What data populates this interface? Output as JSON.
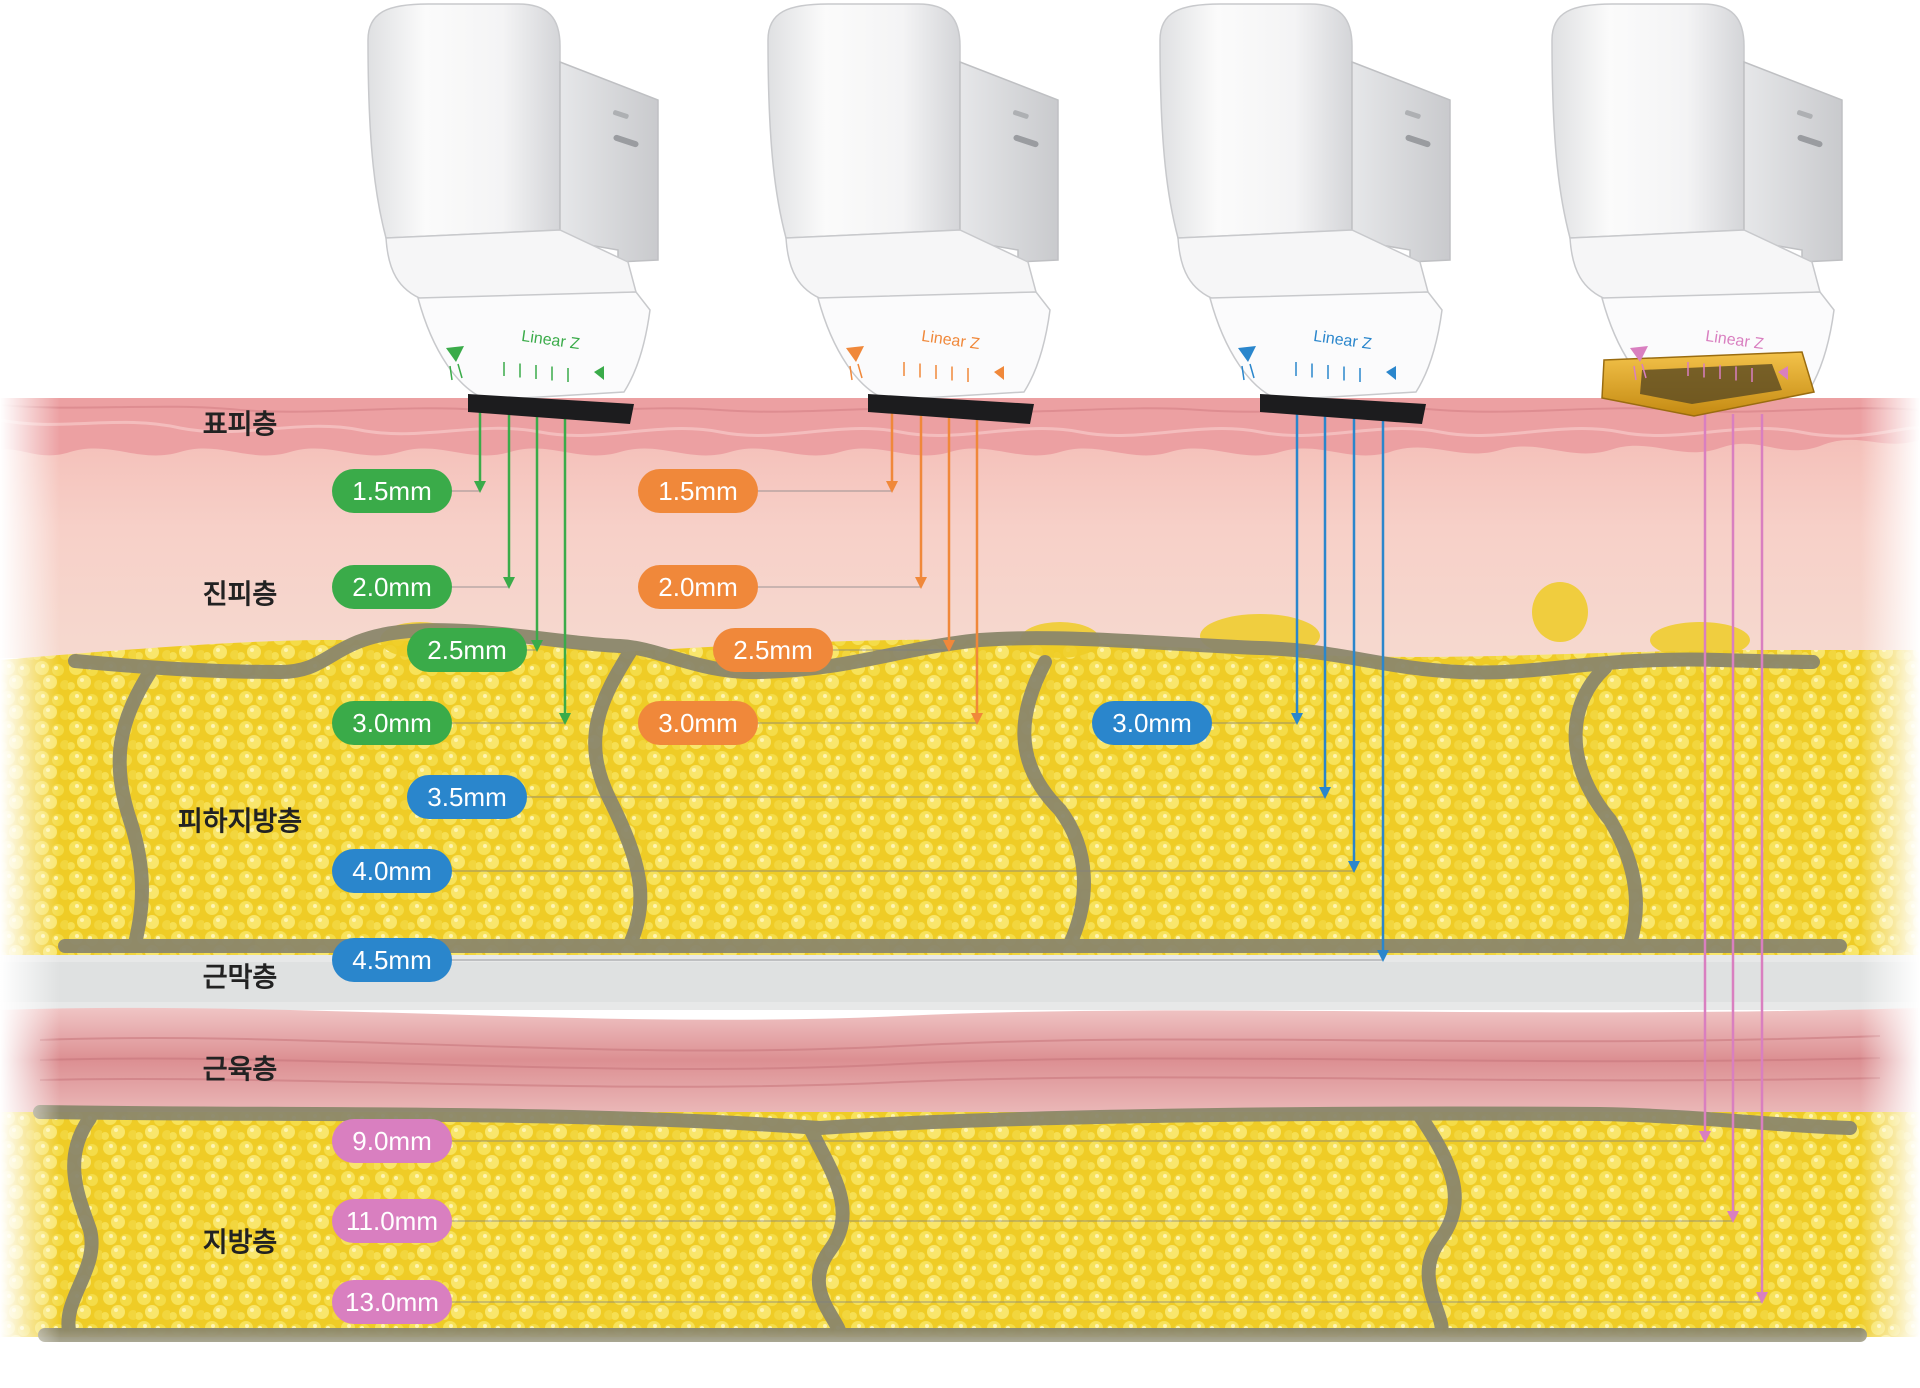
{
  "layers": [
    {
      "id": "epidermis",
      "label": "표피층"
    },
    {
      "id": "dermis",
      "label": "진피층"
    },
    {
      "id": "subcutaneous",
      "label": "피하지방층"
    },
    {
      "id": "fascia",
      "label": "근막층"
    },
    {
      "id": "muscle",
      "label": "근육층"
    },
    {
      "id": "fat",
      "label": "지방층"
    }
  ],
  "colors": {
    "green": "#3aab49",
    "orange": "#f0883a",
    "blue": "#2a86cc",
    "pink": "#d97fc0",
    "fat": "#f2d22c",
    "dermis": "#f4c8c0",
    "epidermis": "#eda6a6",
    "muscle": "#e6a5a5",
    "septa": "#8e8a6e"
  },
  "cartridges": [
    {
      "id": "green",
      "brand": "Linear Z",
      "color": "green",
      "depths": [
        "1.5mm",
        "2.0mm",
        "2.5mm",
        "3.0mm"
      ]
    },
    {
      "id": "orange",
      "brand": "Linear Z",
      "color": "orange",
      "depths": [
        "1.5mm",
        "2.0mm",
        "2.5mm",
        "3.0mm"
      ]
    },
    {
      "id": "blue",
      "brand": "Linear Z",
      "color": "blue",
      "depths": [
        "3.0mm",
        "3.5mm",
        "4.0mm",
        "4.5mm"
      ]
    },
    {
      "id": "pink",
      "brand": "Linear Z",
      "color": "pink",
      "depths": [
        "9.0mm",
        "11.0mm",
        "13.0mm"
      ]
    }
  ]
}
